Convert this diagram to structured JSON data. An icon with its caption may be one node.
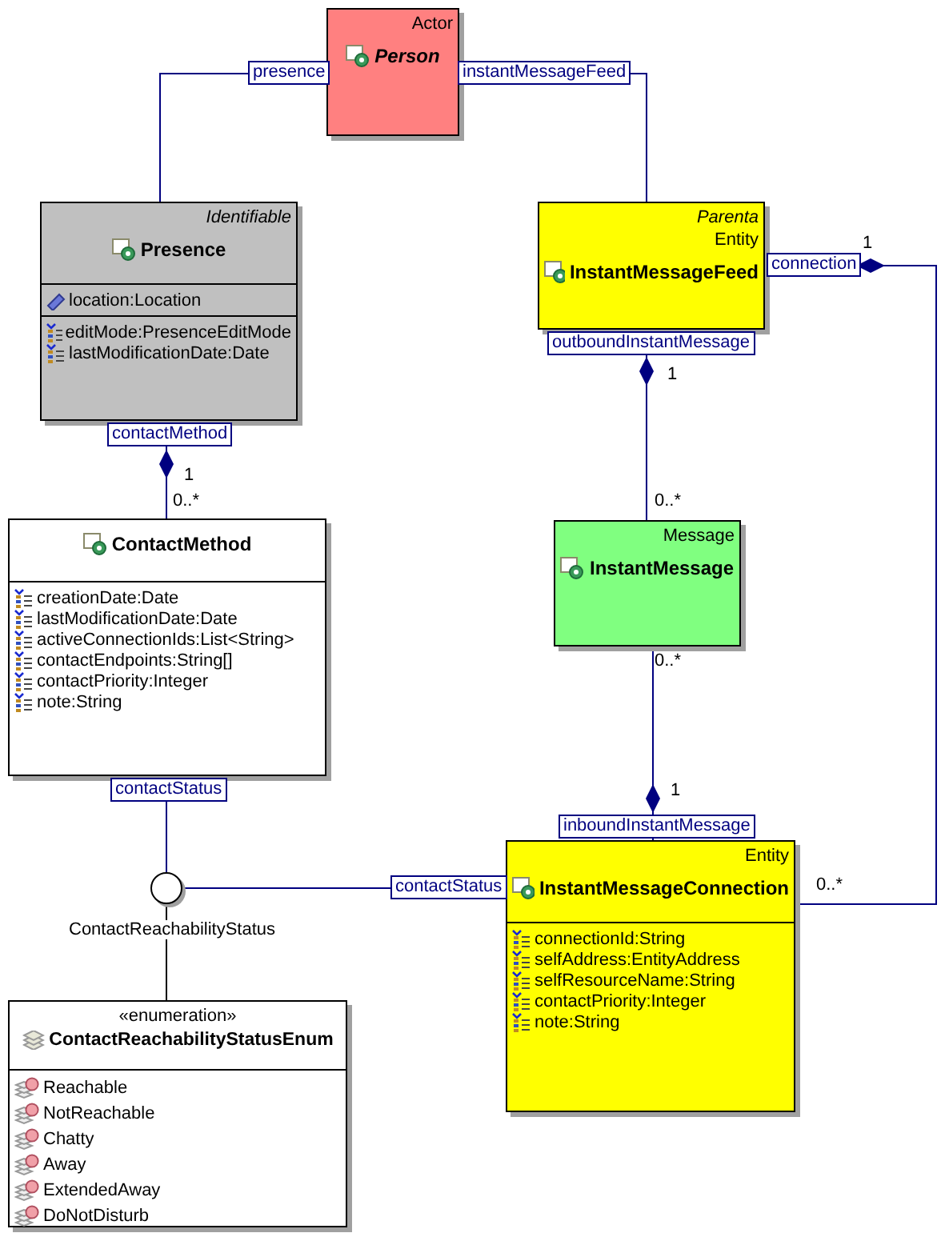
{
  "diagram": {
    "nodes": [
      {
        "text": [
          "Actor",
          "Person"
        ]
      },
      {
        "text": [
          "Identifiable",
          "Presence",
          "location:Location",
          "editMode:PresenceEditMode",
          "lastModificationDate:Date"
        ]
      },
      {
        "text": [
          "Parenta",
          "Entity",
          "InstantMessageFeed"
        ]
      },
      {
        "text": [
          "Message",
          "InstantMessage"
        ]
      },
      {
        "text": [
          "ContactMethod",
          "creationDate:Date",
          "lastModificationDate:Date",
          "activeConnectionIds:List<String>",
          "contactEndpoints:String[]",
          "contactPriority:Integer",
          "note:String"
        ]
      },
      {
        "text": [],
        "shape": "circle",
        "beside": [
          "ContactReachabilityStatus"
        ]
      },
      {
        "text": [
          "«enumeration»",
          "ContactReachabilityStatusEnum",
          "Reachable",
          "NotReachable",
          "Chatty",
          "Away",
          "ExtendedAway",
          "DoNotDisturb"
        ]
      },
      {
        "text": [
          "Entity",
          "InstantMessageConnection",
          "connectionId:String",
          "selfAddress:EntityAddress",
          "selfResourceName:String",
          "contactPriority:Integer",
          "note:String"
        ]
      }
    ],
    "edges": [
      {
        "from": 0,
        "to": 1,
        "arrow": "none",
        "label": "presence"
      },
      {
        "from": 0,
        "to": 2,
        "arrow": "none",
        "label": "instantMessageFeed"
      },
      {
        "from": 1,
        "to": 4,
        "arrow": "other",
        "label": "contactMethod"
      },
      {
        "from": 2,
        "to": 3,
        "arrow": "other",
        "label": "outboundInstantMessage"
      },
      {
        "from": 7,
        "to": 3,
        "arrow": "other",
        "label": "inboundInstantMessage"
      },
      {
        "from": 2,
        "to": 7,
        "arrow": "other",
        "label": "connection"
      },
      {
        "from": 4,
        "to": 5,
        "arrow": "none",
        "label": "contactStatus"
      },
      {
        "from": 7,
        "to": 5,
        "arrow": "none",
        "label": "contactStatus"
      },
      {
        "from": 5,
        "to": 6,
        "arrow": "none",
        "color": "#000000"
      }
    ],
    "labels": [
      "1",
      "1",
      "1",
      "0..*",
      "0..*",
      "0..*",
      "1",
      "0..*"
    ]
  }
}
